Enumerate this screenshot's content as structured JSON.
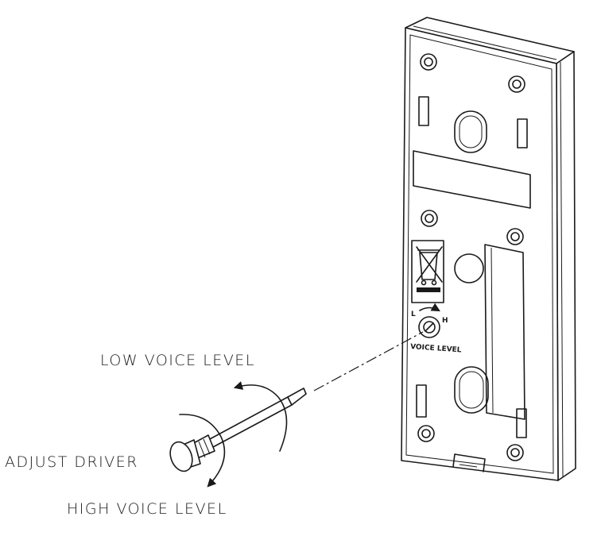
{
  "labels": {
    "low_voice_level": "LOW VOICE LEVEL",
    "adjust_driver": "ADJUST DRIVER",
    "high_voice_level": "HIGH VOICE LEVEL",
    "voice_level": "VOICE LEVEL",
    "low_marker": "L",
    "high_marker": "H"
  }
}
